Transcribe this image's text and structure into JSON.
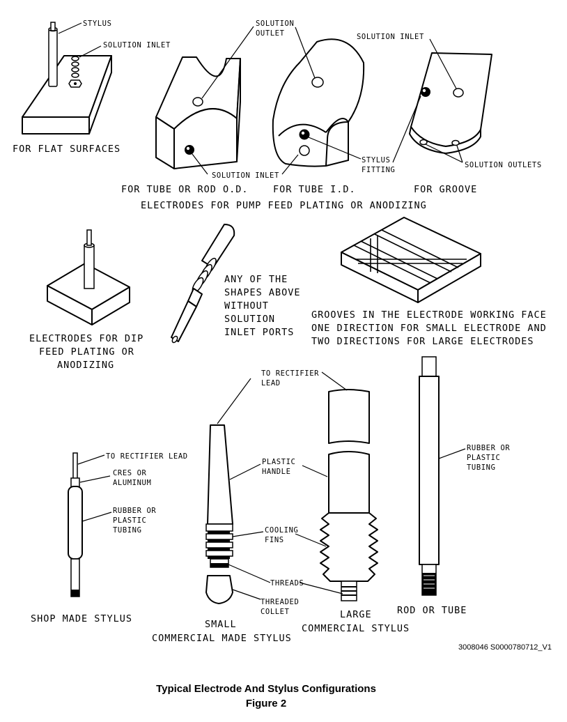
{
  "labels": {
    "stylus": "STYLUS",
    "solution_inlet_flat": "SOLUTION INLET",
    "for_flat_surfaces": "FOR FLAT SURFACES",
    "solution_outlet_l1": "SOLUTION",
    "solution_outlet_l2": "OUTLET",
    "solution_inlet_groove": "SOLUTION INLET",
    "solution_inlet_bottom": "SOLUTION INLET",
    "stylus_fitting_l1": "STYLUS",
    "stylus_fitting_l2": "FITTING",
    "solution_outlets": "SOLUTION OUTLETS",
    "for_tube_od": "FOR TUBE OR ROD O.D.",
    "for_tube_id": "FOR TUBE I.D.",
    "for_groove": "FOR GROOVE",
    "pump_feed_caption": "ELECTRODES FOR PUMP FEED PLATING OR ANODIZING",
    "any_shapes_l1": "ANY OF THE",
    "any_shapes_l2": "SHAPES ABOVE",
    "any_shapes_l3": "WITHOUT",
    "any_shapes_l4": "SOLUTION",
    "any_shapes_l5": "INLET PORTS",
    "grooves_l1": "GROOVES IN THE ELECTRODE WORKING FACE",
    "grooves_l2": "ONE DIRECTION FOR SMALL ELECTRODE AND",
    "grooves_l3": "TWO DIRECTIONS FOR LARGE ELECTRODES",
    "dip_l1": "ELECTRODES FOR DIP",
    "dip_l2": "FEED PLATING OR",
    "dip_l3": "ANODIZING",
    "to_rectifier_lead_small": "TO RECTIFIER LEAD",
    "cres_l1": "CRES OR",
    "cres_l2": "ALUMINUM",
    "rubber_shop_l1": "RUBBER OR",
    "rubber_shop_l2": "PLASTIC",
    "rubber_shop_l3": "TUBING",
    "shop_made_stylus": "SHOP MADE STYLUS",
    "to_rectifier_l1": "TO RECTIFIER",
    "to_rectifier_l2": "LEAD",
    "plastic_handle_l1": "PLASTIC",
    "plastic_handle_l2": "HANDLE",
    "cooling_fins_l1": "COOLING",
    "cooling_fins_l2": "FINS",
    "threads": "THREADS",
    "threaded_collet_l1": "THREADED",
    "threaded_collet_l2": "COLLET",
    "small_l1": "SMALL",
    "small_l2": "COMMERCIAL MADE STYLUS",
    "large_l1": "LARGE",
    "large_l2": "COMMERCIAL STYLUS",
    "rod_or_tube": "ROD OR TUBE",
    "rubber_rod_l1": "RUBBER OR",
    "rubber_rod_l2": "PLASTIC",
    "rubber_rod_l3": "TUBING"
  },
  "reference_code": "3008046 S0000780712_V1",
  "figure_title": "Typical Electrode And Stylus Configurations",
  "figure_number": "Figure 2"
}
